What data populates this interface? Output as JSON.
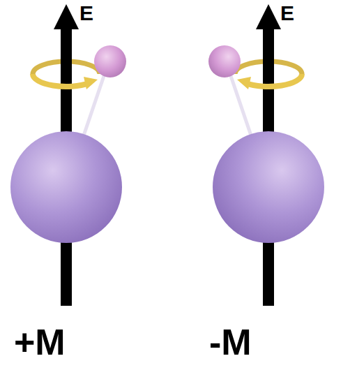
{
  "diagram": {
    "labels": [
      "E",
      "E",
      "+M",
      "-M"
    ]
  }
}
